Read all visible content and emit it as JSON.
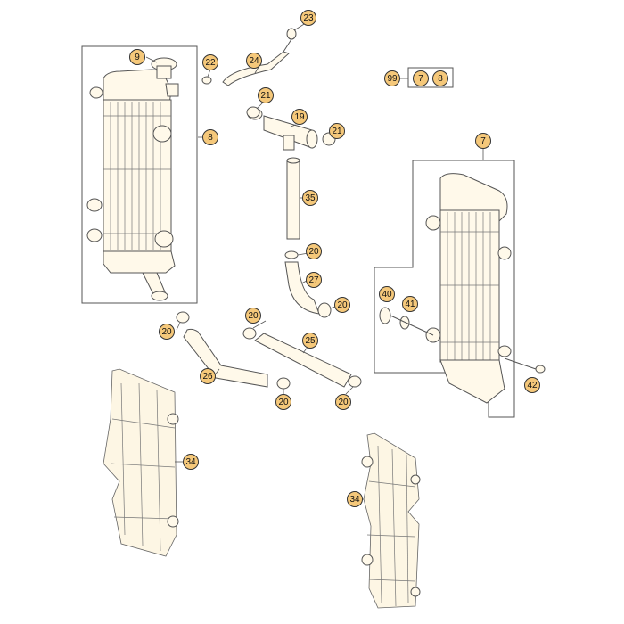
{
  "diagram": {
    "callouts": [
      {
        "id": "c9",
        "label": "9"
      },
      {
        "id": "c8",
        "label": "8"
      },
      {
        "id": "c22",
        "label": "22"
      },
      {
        "id": "c23",
        "label": "23"
      },
      {
        "id": "c24",
        "label": "24"
      },
      {
        "id": "c21a",
        "label": "21"
      },
      {
        "id": "c19",
        "label": "19"
      },
      {
        "id": "c21b",
        "label": "21"
      },
      {
        "id": "c35",
        "label": "35"
      },
      {
        "id": "c20a",
        "label": "20"
      },
      {
        "id": "c27",
        "label": "27"
      },
      {
        "id": "c20b",
        "label": "20"
      },
      {
        "id": "c99",
        "label": "99"
      },
      {
        "id": "c7a",
        "label": "7"
      },
      {
        "id": "c8b",
        "label": "8"
      },
      {
        "id": "c7",
        "label": "7"
      },
      {
        "id": "c40",
        "label": "40"
      },
      {
        "id": "c41",
        "label": "41"
      },
      {
        "id": "c42",
        "label": "42"
      },
      {
        "id": "c20c",
        "label": "20"
      },
      {
        "id": "c20d",
        "label": "20"
      },
      {
        "id": "c25",
        "label": "25"
      },
      {
        "id": "c26",
        "label": "26"
      },
      {
        "id": "c20e",
        "label": "20"
      },
      {
        "id": "c20f",
        "label": "20"
      },
      {
        "id": "c34a",
        "label": "34"
      },
      {
        "id": "c34b",
        "label": "34"
      }
    ]
  }
}
